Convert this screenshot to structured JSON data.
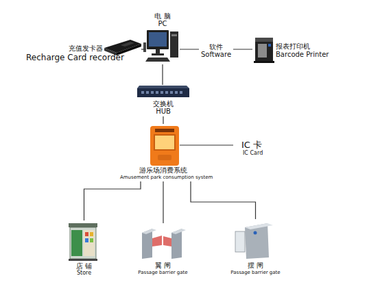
{
  "diagram": {
    "nodes": [
      {
        "text": [
          "电 脑",
          "PC"
        ]
      },
      {
        "text": [
          "充值发卡器",
          "Recharge Card recorder"
        ]
      },
      {
        "text": [
          "报表打印机",
          "Barcode Printer"
        ]
      },
      {
        "text": [
          "交换机",
          "HUB"
        ]
      },
      {
        "text": [
          "游乐场消费系统",
          "Amusement park consumption system"
        ]
      },
      {
        "text": [
          "店 铺",
          "Store"
        ]
      },
      {
        "text": [
          "翼 闸",
          "Passage barrier gate"
        ]
      },
      {
        "text": [
          "摆 闸",
          "Passage barrier gate"
        ]
      }
    ],
    "edges": [
      {
        "from": 1,
        "to": 0,
        "arrow": "none"
      },
      {
        "from": 0,
        "to": 2,
        "label": "软件 Software",
        "arrow": "none"
      },
      {
        "from": 0,
        "to": 3,
        "arrow": "none"
      },
      {
        "from": 3,
        "to": 4,
        "arrow": "none"
      },
      {
        "from": 4,
        "to": 5,
        "arrow": "none"
      },
      {
        "from": 4,
        "to": 6,
        "arrow": "none"
      },
      {
        "from": 4,
        "to": 7,
        "arrow": "none"
      }
    ],
    "labels": [
      "IC 卡",
      "IC Card"
    ]
  }
}
